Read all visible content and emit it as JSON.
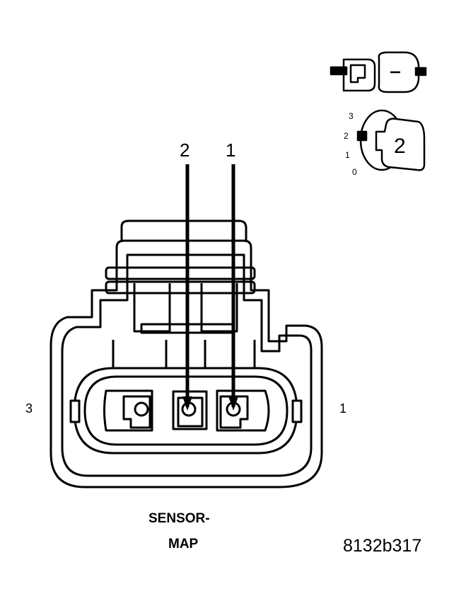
{
  "callouts": {
    "pin_a": "2",
    "pin_b": "1"
  },
  "cavity_labels": {
    "left": "3",
    "right": "1"
  },
  "caption": {
    "line1": "SENSOR-",
    "line2": "MAP"
  },
  "figure_id": "8132b317",
  "lock_indicator": {
    "scale": [
      "3",
      "2",
      "1",
      "0"
    ],
    "position": "2"
  }
}
